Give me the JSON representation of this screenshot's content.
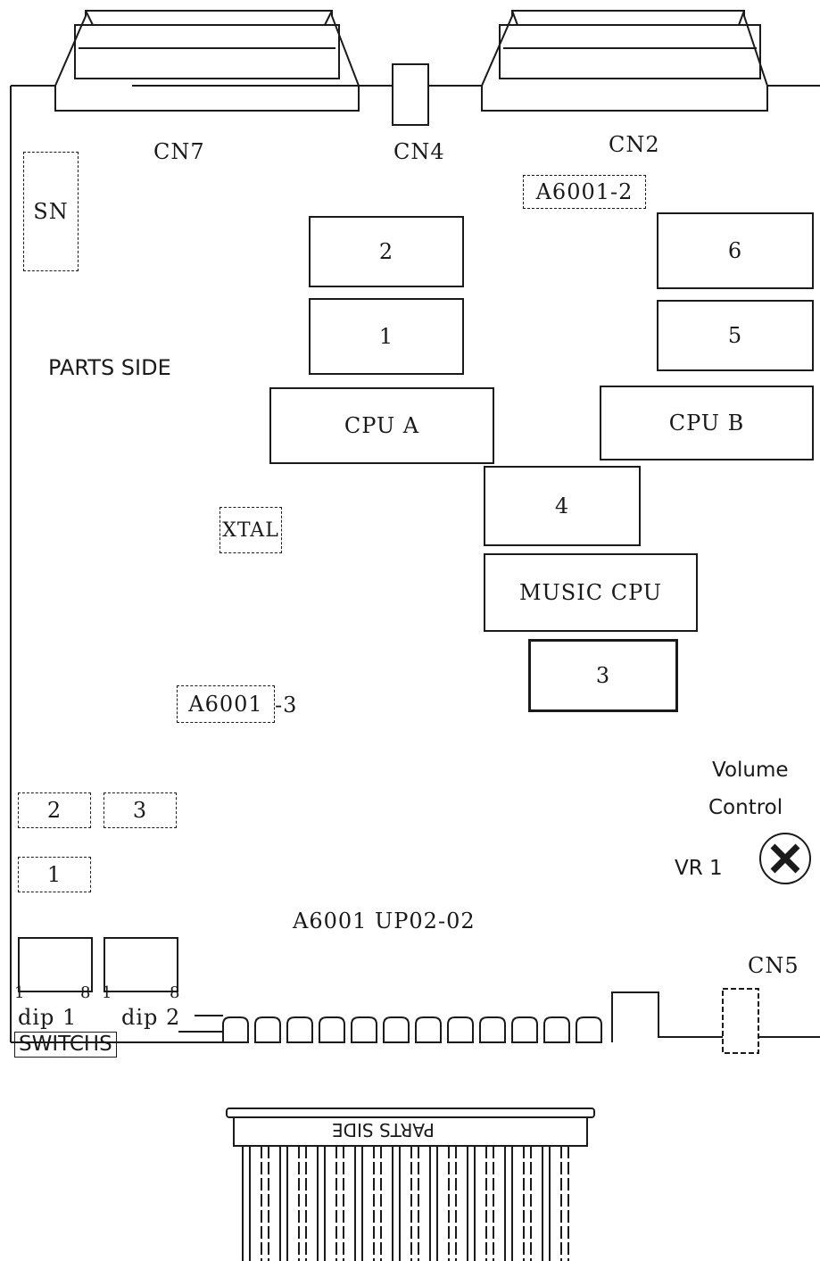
{
  "diagram": {
    "board_label": "PARTS SIDE",
    "pcb_code": "A6001 UP02-02",
    "labels": {
      "sn": "SN",
      "cpu_a": "CPU A",
      "cpu_b": "CPU B",
      "music_cpu": "MUSIC CPU",
      "xtal": "XTAL",
      "a6001_2": "A6001-2",
      "a6001_3_box": "A6001",
      "a6001_3_suffix": "-3"
    },
    "connectors": {
      "cn7": "CN7",
      "cn4": "CN4",
      "cn2": "CN2",
      "cn5": "CN5"
    },
    "rom_chips": {
      "chip_2": "2",
      "chip_1": "1",
      "chip_6": "6",
      "chip_5": "5",
      "chip_4": "4",
      "chip_3": "3"
    },
    "pal_chips": {
      "pal_2": "2",
      "pal_3": "3",
      "pal_1": "1"
    },
    "volume": {
      "title_line1": "Volume",
      "title_line2": "Control",
      "ref": "VR 1"
    },
    "dip_switches": {
      "pin_first": "1",
      "pin_last": "8",
      "dip1": "dip 1",
      "dip2": "dip 2",
      "caption": "SWITCHS"
    },
    "edge_connector_label": "PARTS SIDE"
  }
}
